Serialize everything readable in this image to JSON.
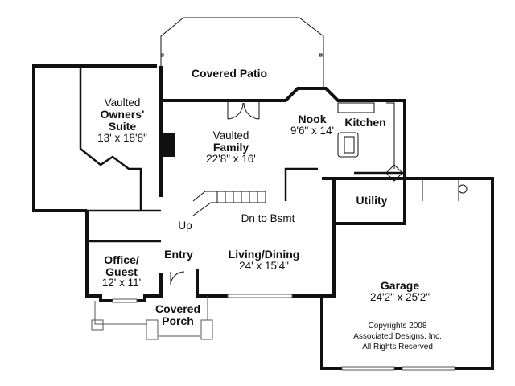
{
  "rooms": {
    "patio": {
      "name": "Covered Patio"
    },
    "owners": {
      "line1": "Vaulted",
      "name": "Owners'",
      "name2": "Suite",
      "size": "13' x 18'8\""
    },
    "family": {
      "line1": "Vaulted",
      "name": "Family",
      "size": "22'8\" x 16'"
    },
    "nook": {
      "name": "Nook",
      "size": "9'6\" x 14'"
    },
    "kitchen": {
      "name": "Kitchen"
    },
    "utility": {
      "name": "Utility"
    },
    "stairs": {
      "up": "Up",
      "down": "Dn to Bsmt"
    },
    "office": {
      "name": "Office/",
      "name2": "Guest",
      "size": "12' x 11'"
    },
    "entry": {
      "name": "Entry"
    },
    "living": {
      "name": "Living/Dining",
      "size": "24' x 15'4\""
    },
    "porch": {
      "name": "Covered",
      "name2": "Porch"
    },
    "garage": {
      "name": "Garage",
      "size": "24'2\" x 25'2\""
    }
  },
  "copyright": {
    "line1": "Copyrights 2008",
    "line2": "Associated Designs, Inc.",
    "line3": "All Rights Reserved"
  }
}
